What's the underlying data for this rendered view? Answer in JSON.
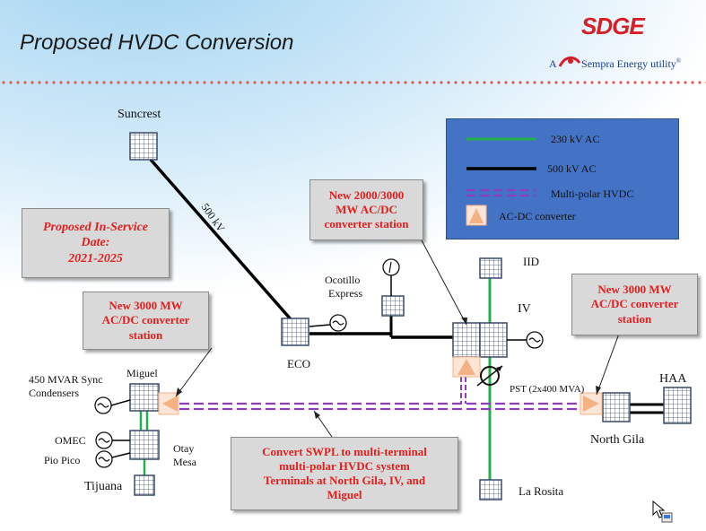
{
  "slide": {
    "title": "Proposed HVDC Conversion"
  },
  "logo": {
    "brand": "SDGE",
    "tagline_a": "A",
    "tagline": "Sempra Energy utility",
    "tagline_mark": "®"
  },
  "legend": {
    "items": [
      {
        "label": "230 kV AC",
        "color": "#22b04a"
      },
      {
        "label": "500 kV AC",
        "color": "#000000"
      },
      {
        "label": "Multi-polar HVDC",
        "color": "#8a3fc0"
      },
      {
        "label": "AC-DC converter",
        "color": "#f4b183"
      }
    ]
  },
  "callouts": {
    "in_service_line1": "Proposed In-Service",
    "in_service_line2": "Date:",
    "in_service_line3": "2021-2025",
    "center_line1": "New 2000/3000",
    "center_line2": "MW AC/DC",
    "center_line3": "converter station",
    "left_line1": "New 3000 MW",
    "left_line2": "AC/DC converter",
    "left_line3": "station",
    "right_line1": "New 3000 MW",
    "right_line2": "AC/DC converter",
    "right_line3": "station",
    "bottom_line1": "Convert SWPL to multi-terminal",
    "bottom_line2": "multi-polar  HVDC system",
    "bottom_line3": "Terminals  at North Gila, IV, and",
    "bottom_line4": "Miguel"
  },
  "labels": {
    "suncrest": "Suncrest",
    "line_500kv": "500 kV",
    "ocotillo1": "Ocotillo",
    "ocotillo2": "Express",
    "eco": "ECO",
    "iid": "IID",
    "iv": "IV",
    "pst": "PST (2x400  MVA)",
    "haa": "HAA",
    "north_gila": "North Gila",
    "la_rosita": "La Rosita",
    "sync1": "450 MVAR Sync",
    "sync2": "Condensers",
    "miguel": "Miguel",
    "omec": "OMEC",
    "pio_pico": "Pio Pico",
    "otay1": "Otay",
    "otay2": "Mesa",
    "tijuana": "Tijuana"
  },
  "icons": {
    "substation": "substation-grid-icon",
    "generator": "generator-icon",
    "converter": "ac-dc-converter-icon",
    "transformer": "phase-shifting-transformer-icon",
    "cursor": "mouse-pointer-icon"
  }
}
